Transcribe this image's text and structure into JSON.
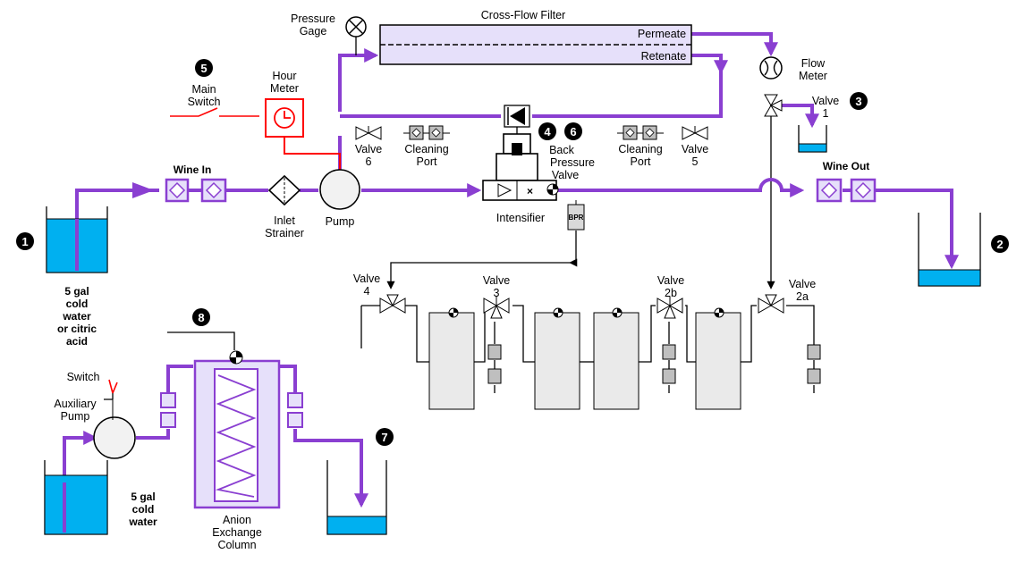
{
  "colors": {
    "pipe": "#8a3fd1",
    "pipe_light": "#e6e0fa",
    "water": "#00b0f0",
    "hour_meter": "#ff0000",
    "tank_fill": "#eaeaea"
  },
  "labels": {
    "cross_flow_filter": "Cross-Flow Filter",
    "permeate": "Permeate",
    "retenate": "Retenate",
    "pressure_gage": [
      "Pressure",
      "Gage"
    ],
    "flow_meter": [
      "Flow",
      "Meter"
    ],
    "valve_1": [
      "Valve",
      "1"
    ],
    "main_switch": [
      "Main",
      "Switch"
    ],
    "hour_meter": [
      "Hour",
      "Meter"
    ],
    "valve_6": [
      "Valve",
      "6"
    ],
    "cleaning_port_left": [
      "Cleaning",
      "Port"
    ],
    "cleaning_port_right": [
      "Cleaning",
      "Port"
    ],
    "valve_5": [
      "Valve",
      "5"
    ],
    "back_pressure_valve": [
      "Back",
      "Pressure",
      "Valve"
    ],
    "wine_in": "Wine In",
    "wine_out": "Wine Out",
    "inlet_strainer": [
      "Inlet",
      "Strainer"
    ],
    "pump": "Pump",
    "intensifier": "Intensifier",
    "bpr": "BPR",
    "valve_4": [
      "Valve",
      "4"
    ],
    "valve_3": [
      "Valve",
      "3"
    ],
    "valve_2b": [
      "Valve",
      "2b"
    ],
    "valve_2a": [
      "Valve",
      "2a"
    ],
    "tank_left_caption": [
      "5 gal",
      "cold",
      "water",
      "or citric",
      "acid"
    ],
    "switch": "Switch",
    "auxiliary_pump": [
      "Auxiliary",
      "Pump"
    ],
    "tank_aux_caption": [
      "5 gal",
      "cold",
      "water"
    ],
    "anion_column": [
      "Anion",
      "Exchange",
      "Column"
    ]
  },
  "markers": [
    "1",
    "2",
    "3",
    "4",
    "5",
    "6",
    "7",
    "8"
  ]
}
